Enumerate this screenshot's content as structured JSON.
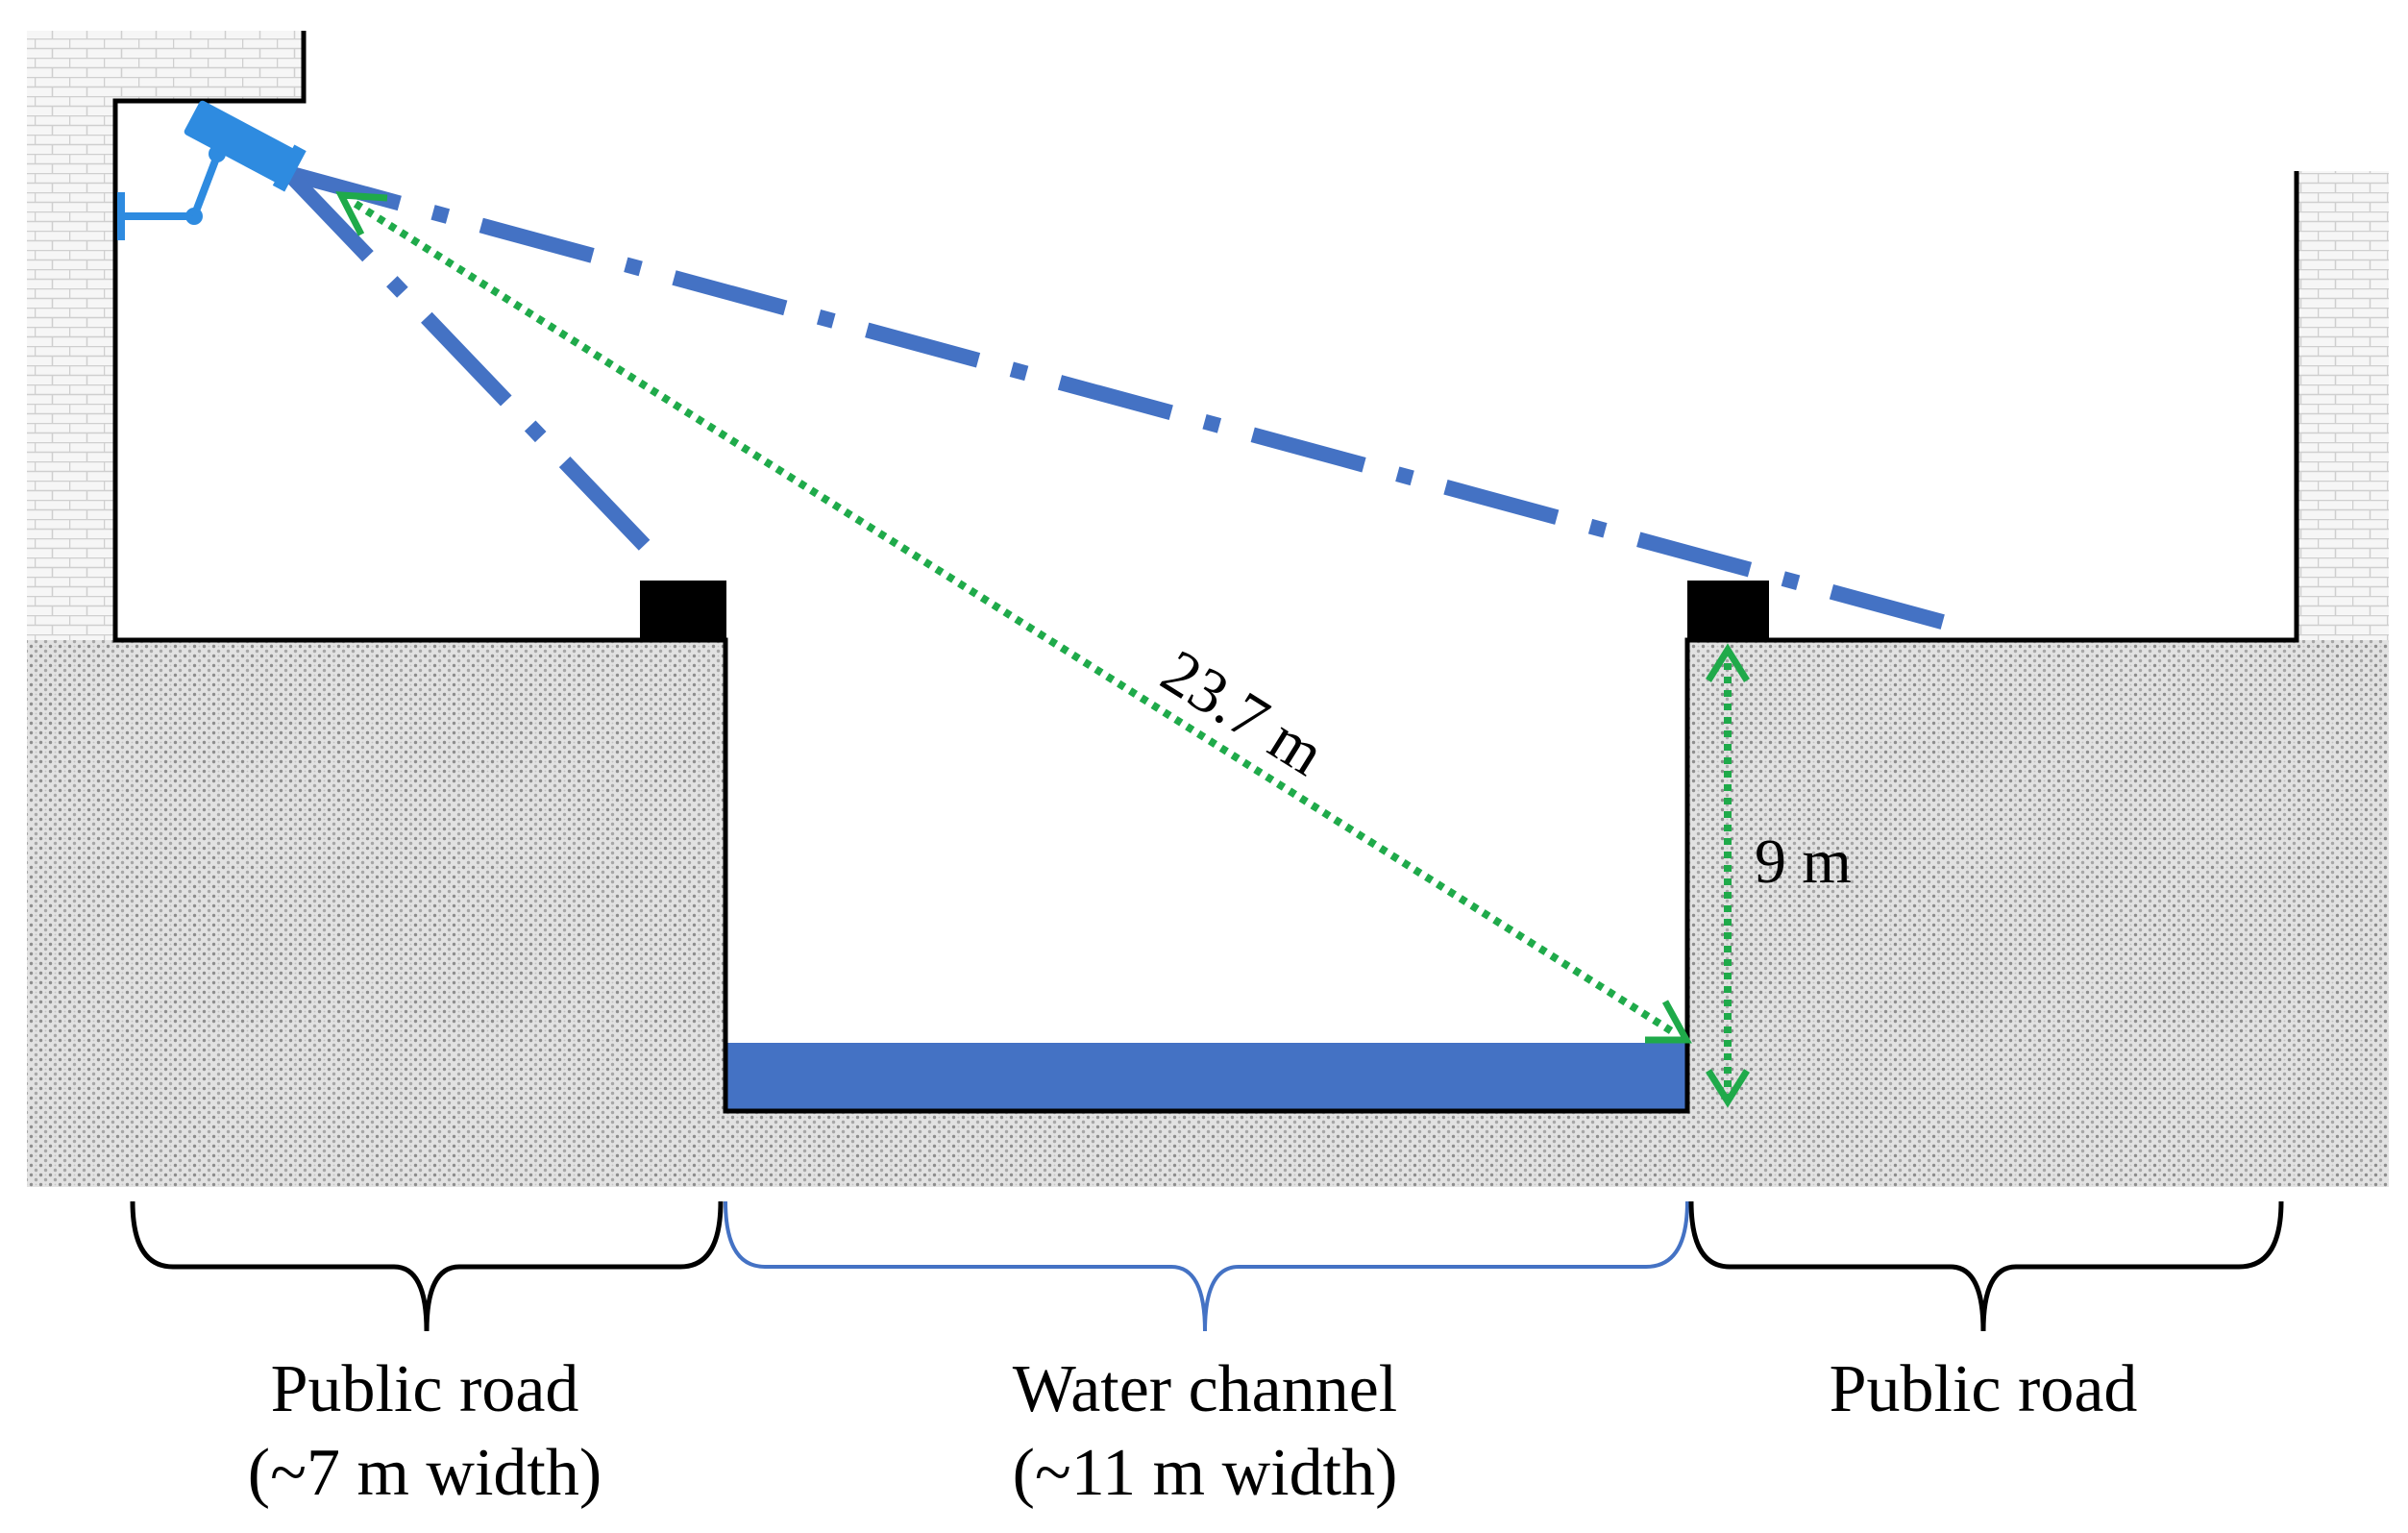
{
  "labels": {
    "left_road": "Public road",
    "left_road_width": "(~7 m width)",
    "channel": "Water channel",
    "channel_width": "(~11 m width)",
    "right_road": "Public road"
  },
  "dimensions": {
    "diagonal": "23.7 m",
    "height": "9 m"
  },
  "icons": {
    "camera": "cctv-camera-icon"
  },
  "colors": {
    "view_line": "#4472C4",
    "water": "#4472C4",
    "camera": "#2E8BE0",
    "measure": "#1FAA4A",
    "ground_dots": "#9a9a9a",
    "brick": "#c8c8c8",
    "channel_brace": "#4472C4"
  }
}
